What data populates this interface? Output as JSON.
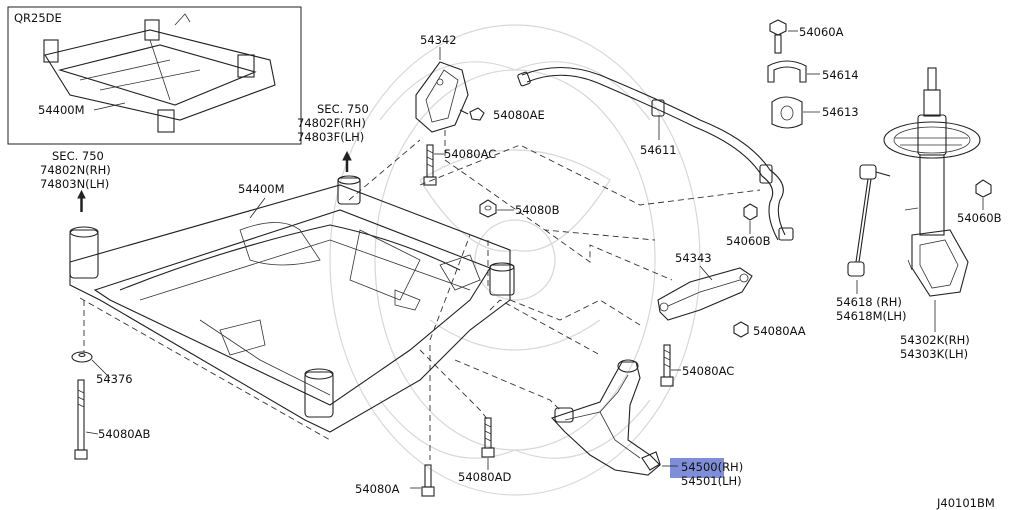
{
  "inset": {
    "engine": "QR25DE",
    "part": "54400M"
  },
  "labels": {
    "sec750_left_title": "SEC. 750",
    "sec750_left_rh": "74802N(RH)",
    "sec750_left_lh": "74803N(LH)",
    "sec750_mid_title": "SEC. 750",
    "sec750_mid_rh": "74802F(RH)",
    "sec750_mid_lh": "74803F(LH)",
    "p54342": "54342",
    "p54080AE": "54080AE",
    "p54080AC_top": "54080AC",
    "p54400M": "54400M",
    "p54080B_mid": "54080B",
    "p54060A": "54060A",
    "p54614": "54614",
    "p54613": "54613",
    "p54611": "54611",
    "p54060B_bar": "54060B",
    "p54343": "54343",
    "p54080AA": "54080AA",
    "p54080AC_low": "54080AC",
    "p54376": "54376",
    "p54080AB": "54080AB",
    "p54080AD": "54080AD",
    "p54080A": "54080A",
    "p54500": "54500(RH)",
    "p54501": "54501(LH)",
    "p54618": "54618 (RH)",
    "p54618M": "54618M(LH)",
    "p54060B_strut": "54060B",
    "p54302K": "54302K(RH)",
    "p54303K": "54303K(LH)"
  },
  "figure_id": "J40101BM",
  "highlight": {
    "part": "54500",
    "color": "#7f8ed8"
  }
}
